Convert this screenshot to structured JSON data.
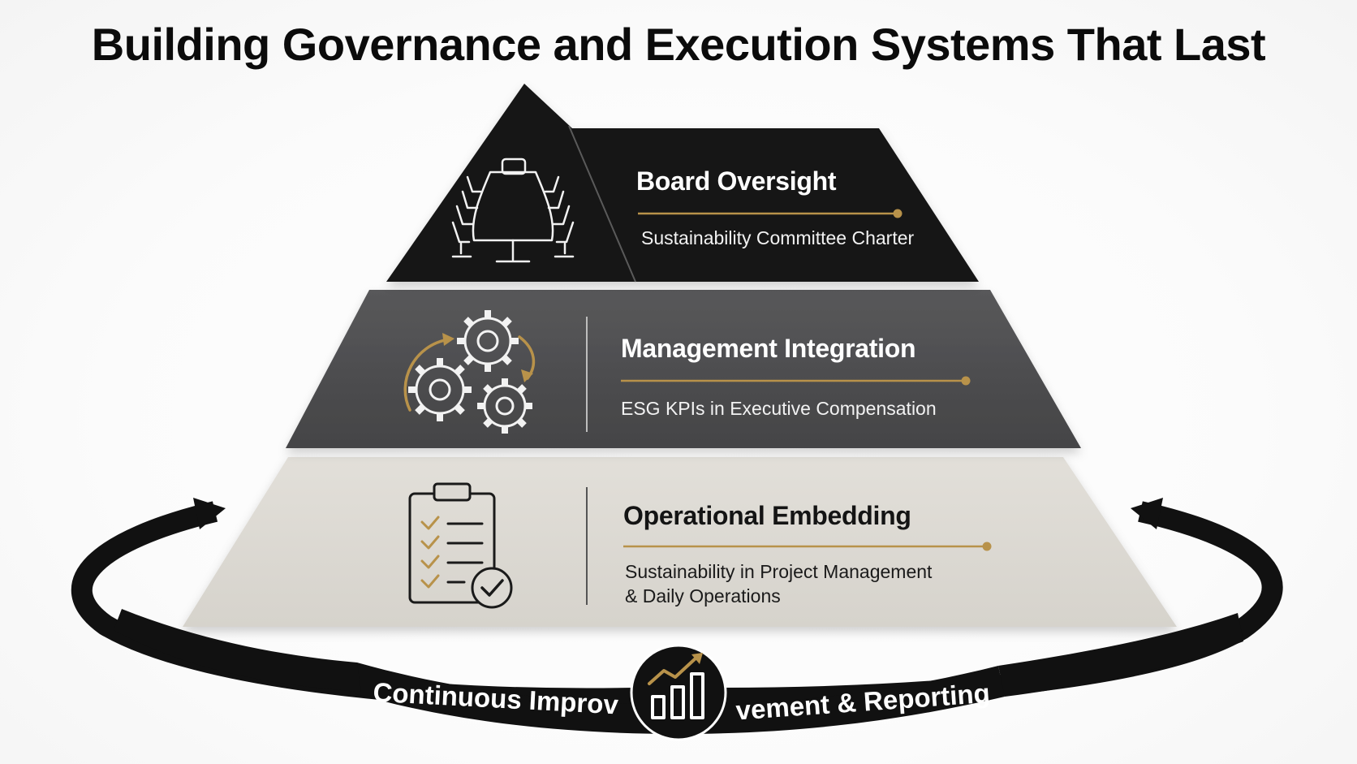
{
  "title": "Building Governance and Execution Systems That Last",
  "tiers": [
    {
      "title": "Board Oversight",
      "subtitle": "Sustainability Committee Charter",
      "icon": "boardroom-table-icon"
    },
    {
      "title": "Management Integration",
      "subtitle": "ESG KPIs in Executive Compensation",
      "icon": "rotating-gears-icon"
    },
    {
      "title": "Operational Embedding",
      "subtitle_line1": "Sustainability in Project Management",
      "subtitle_line2": "& Daily Operations",
      "icon": "checklist-clipboard-icon"
    }
  ],
  "loop": {
    "text_left": "Continuous Improv",
    "text_right": "vement & Reporting",
    "icon": "growth-chart-icon"
  },
  "colors": {
    "tier1": "#151515",
    "tier2": "#4c4c4e",
    "tier3": "#dcd9d3",
    "accent_gold": "#b8924a",
    "loop": "#111111"
  }
}
